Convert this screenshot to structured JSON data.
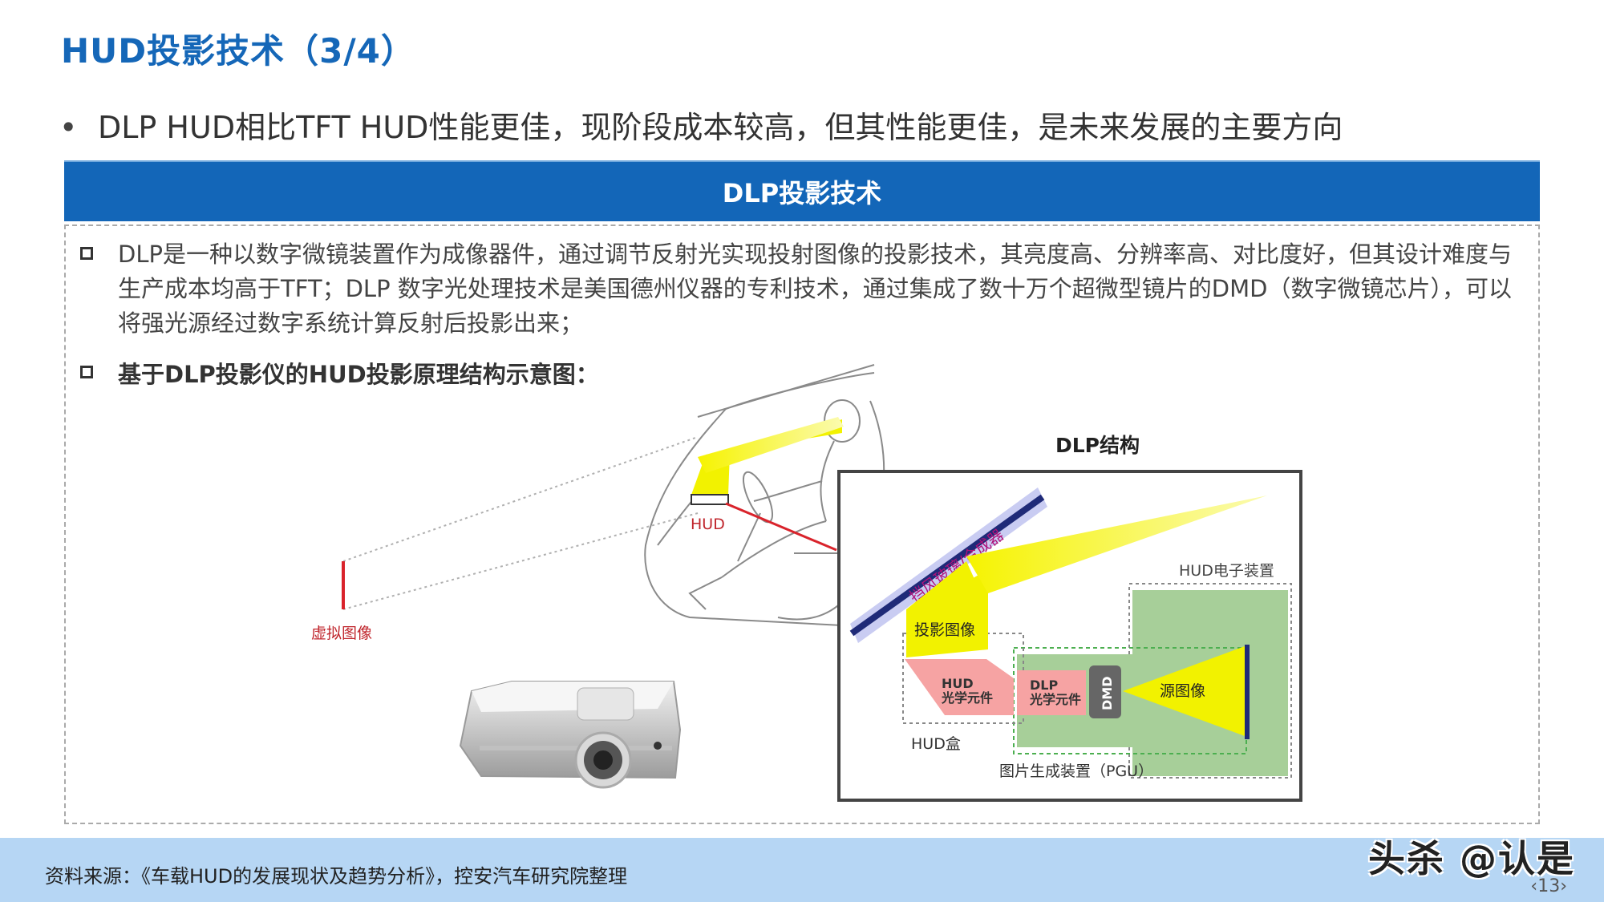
{
  "page": {
    "title": "HUD投影技术（3/4）",
    "bullet_symbol": "•",
    "bullet": "DLP HUD相比TFT HUD性能更佳，现阶段成本较高，但其性能更佳，是未来发展的主要方向",
    "panel_header": "DLP投影技术",
    "paragraph": "DLP是一种以数字微镜装置作为成像器件，通过调节反射光实现投射图像的投影技术，其亮度高、分辨率高、对比度好，但其设计难度与生产成本均高于TFT；DLP 数字光处理技术是美国德州仪器的专利技术，通过集成了数十万个超微型镜片的DMD（数字微镜芯片），可以将强光源经过数字系统计算反射后投影出来；",
    "subheading": "基于DLP投影仪的HUD投影原理结构示意图："
  },
  "diagram": {
    "car_hud_label": "HUD",
    "virtual_image_label": "虚拟图像",
    "dlp_structure_title": "DLP结构",
    "windshield_label": "挡风玻璃/合成器",
    "hud_electronics_label": "HUD电子装置",
    "projected_image_label": "投影图像",
    "hud_optics_label_1": "HUD",
    "hud_optics_label_2": "光学元件",
    "dlp_optics_label_1": "DLP",
    "dlp_optics_label_2": "光学元件",
    "dmd_label": "DMD",
    "source_image_label": "源图像",
    "hud_box_label": "HUD盒",
    "pgu_label": "图片生成装置（PGU）",
    "colors": {
      "beam": "#f2f200",
      "windshield": "#1f2a78",
      "windshield_glow": "#c9ccf2",
      "optics": "#f6a3a3",
      "pgu_bg": "#a7cf99",
      "virtual_image": "#d9232b"
    }
  },
  "footer": {
    "source": "资料来源：《车载HUD的发展现状及趋势分析》，控安汽车研究院整理",
    "page_number": "‹13›",
    "watermark": "头杀 @认是"
  }
}
